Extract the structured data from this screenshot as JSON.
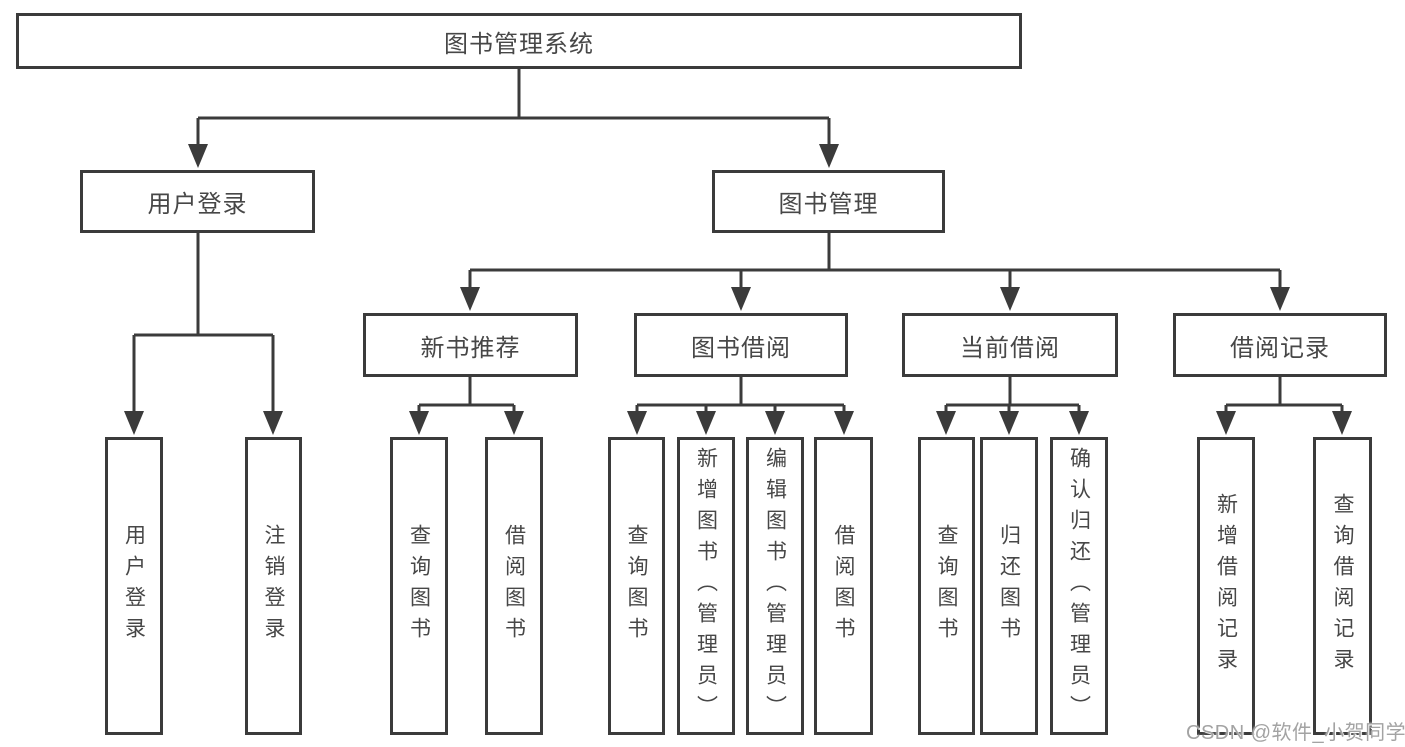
{
  "colors": {
    "line": "#3b3b3b",
    "text": "#474747",
    "background": "#ffffff",
    "watermark": "#a3a3a3"
  },
  "diagram": {
    "root": {
      "label": "图书管理系统"
    },
    "login_branch": {
      "label": "用户登录",
      "children": [
        {
          "label": "用户登录"
        },
        {
          "label": "注销登录"
        }
      ]
    },
    "mgmt_branch": {
      "label": "图书管理",
      "sections": [
        {
          "label": "新书推荐",
          "children": [
            {
              "label": "查询图书"
            },
            {
              "label": "借阅图书"
            }
          ]
        },
        {
          "label": "图书借阅",
          "children": [
            {
              "label": "查询图书"
            },
            {
              "label": "新增图书（管理员）"
            },
            {
              "label": "编辑图书（管理员）"
            },
            {
              "label": "借阅图书"
            }
          ]
        },
        {
          "label": "当前借阅",
          "children": [
            {
              "label": "查询图书"
            },
            {
              "label": "归还图书"
            },
            {
              "label": "确认归还（管理员）"
            }
          ]
        },
        {
          "label": "借阅记录",
          "children": [
            {
              "label": "新增借阅记录"
            },
            {
              "label": "查询借阅记录"
            }
          ]
        }
      ]
    },
    "watermark": {
      "text": "CSDN @软件_小贺同学"
    }
  }
}
